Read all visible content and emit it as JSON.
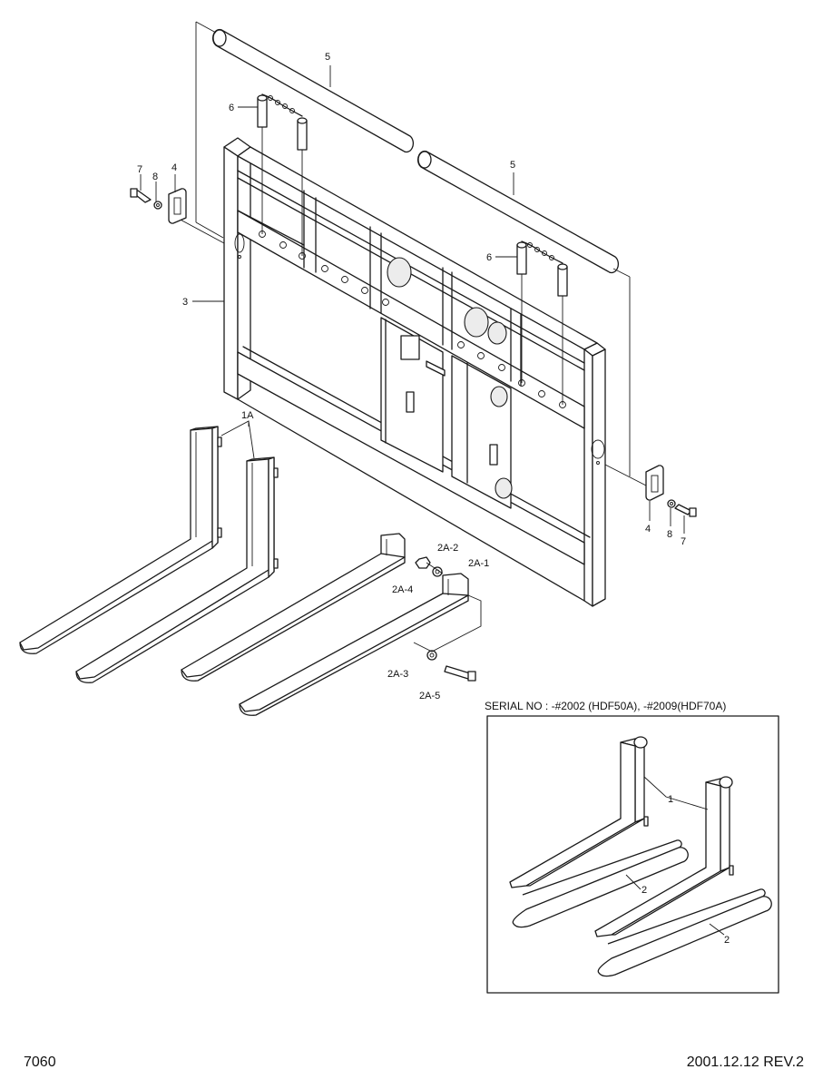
{
  "labels": {
    "p1A": "1A",
    "p1": "1",
    "p2a": "2",
    "p2b": "2",
    "p2A1": "2A-1",
    "p2A2": "2A-2",
    "p2A3": "2A-3",
    "p2A4": "2A-4",
    "p2A5": "2A-5",
    "p3": "3",
    "p4L": "4",
    "p4R": "4",
    "p5a": "5",
    "p5b": "5",
    "p6a": "6",
    "p6b": "6",
    "p7L": "7",
    "p7R": "7",
    "p8L": "8",
    "p8R": "8"
  },
  "serial_note": "SERIAL NO : -#2002 (HDF50A), -#2009(HDF70A)",
  "page_number": "7060",
  "revision": "2001.12.12 REV.2"
}
